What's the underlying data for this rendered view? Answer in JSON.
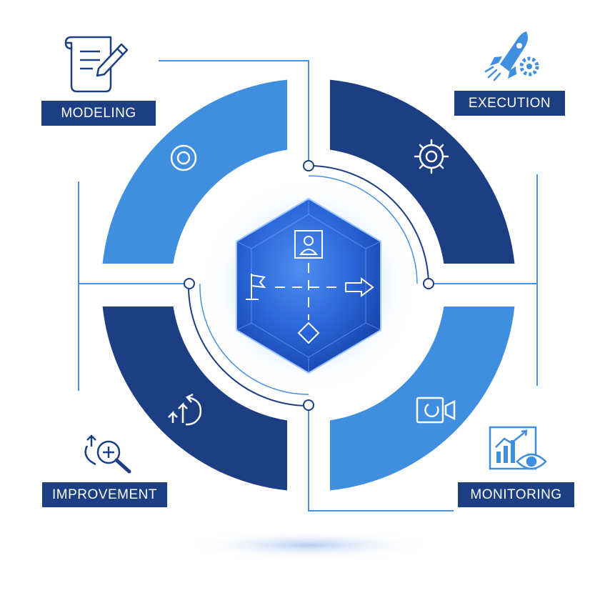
{
  "stages": {
    "modeling": {
      "label": "MODELING",
      "icon": "document-pencil-icon",
      "segment_icon": "target-icon"
    },
    "execution": {
      "label": "EXECUTION",
      "icon": "rocket-gear-icon",
      "segment_icon": "gear-icon"
    },
    "monitoring": {
      "label": "MONITORING",
      "icon": "chart-eye-icon",
      "segment_icon": "camera-icon"
    },
    "improvement": {
      "label": "IMPROVEMENT",
      "icon": "magnify-plus-icon",
      "segment_icon": "arrows-up-icon"
    }
  },
  "center": {
    "icons": [
      "user-icon",
      "flag-icon",
      "arrow-right-icon",
      "diamond-icon"
    ]
  },
  "colors": {
    "dark_blue": "#1b3f82",
    "light_blue": "#3f8ee0",
    "line_blue": "#4a90e2",
    "gem_blue": "#2563d6"
  }
}
